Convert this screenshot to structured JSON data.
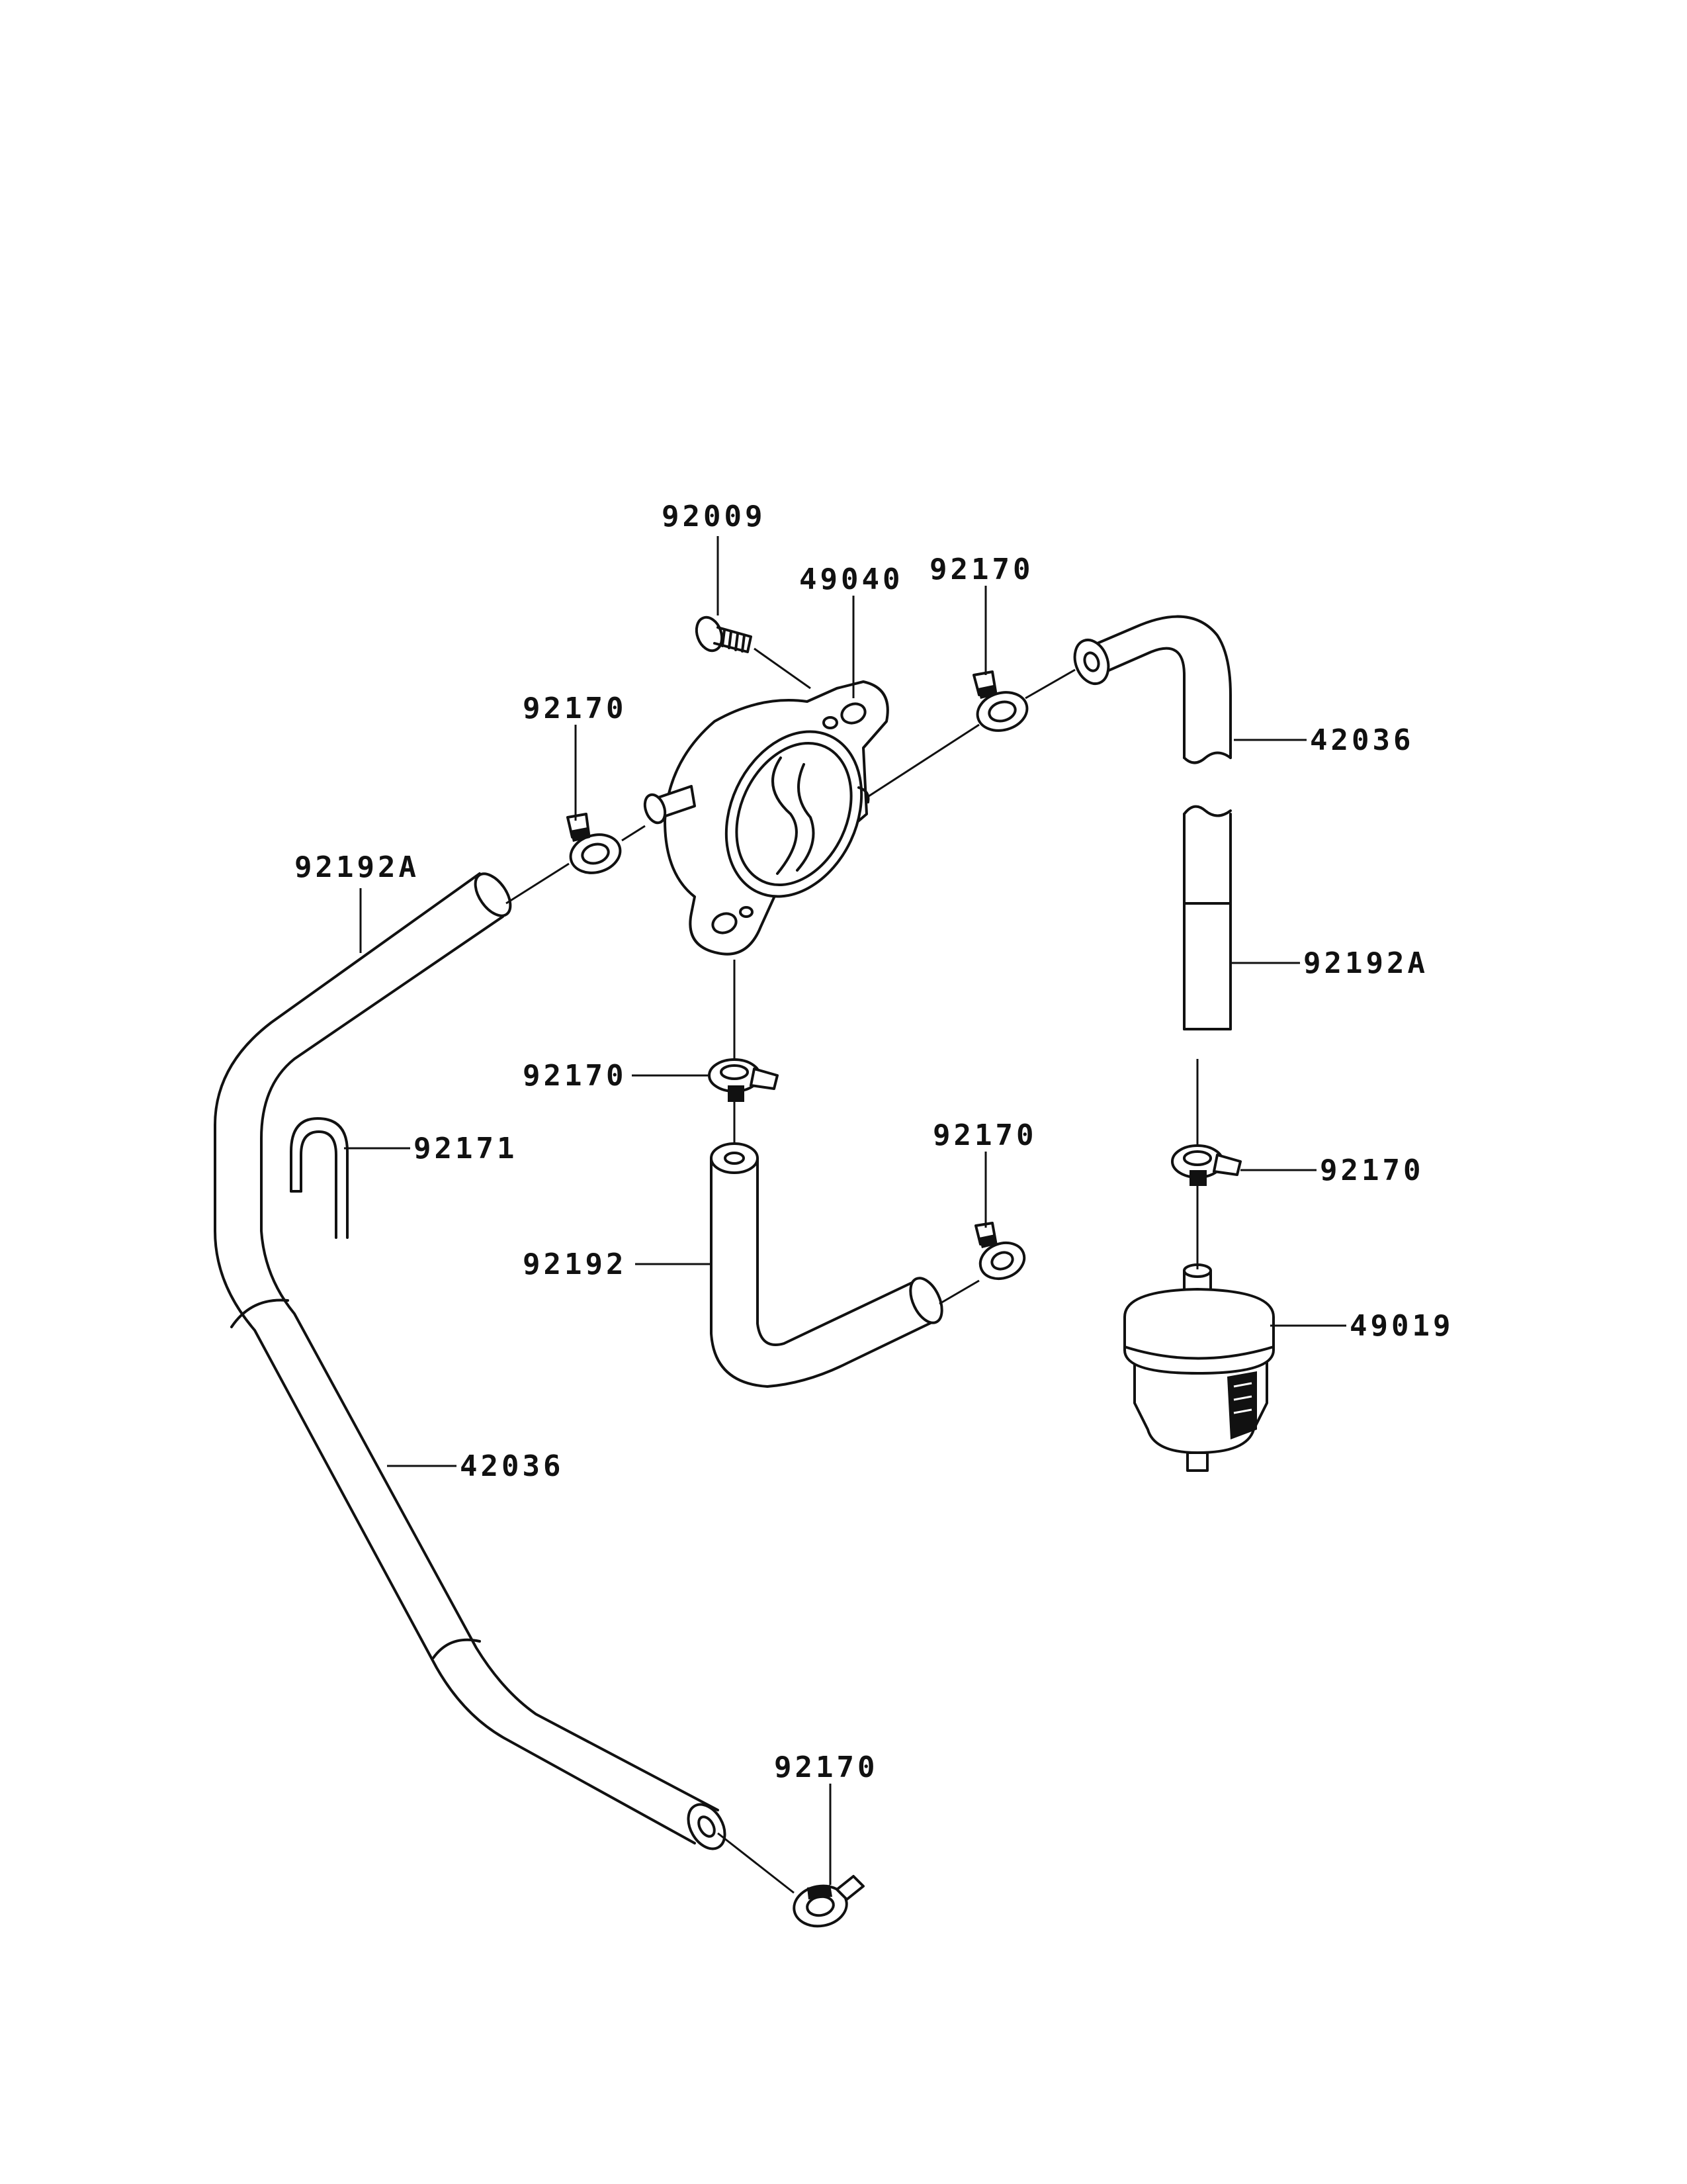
{
  "callouts": {
    "c92009": "92009",
    "c49040": "49040",
    "c92170_top": "92170",
    "c42036_top": "42036",
    "c92170_left": "92170",
    "c92192A_left": "92192A",
    "c92192A_right": "92192A",
    "c92170_mid": "92170",
    "c92171": "92171",
    "c92170_center": "92170",
    "c92170_right": "92170",
    "c92192": "92192",
    "c49019": "49019",
    "c42036_bottom": "42036",
    "c92170_bottom": "92170"
  }
}
